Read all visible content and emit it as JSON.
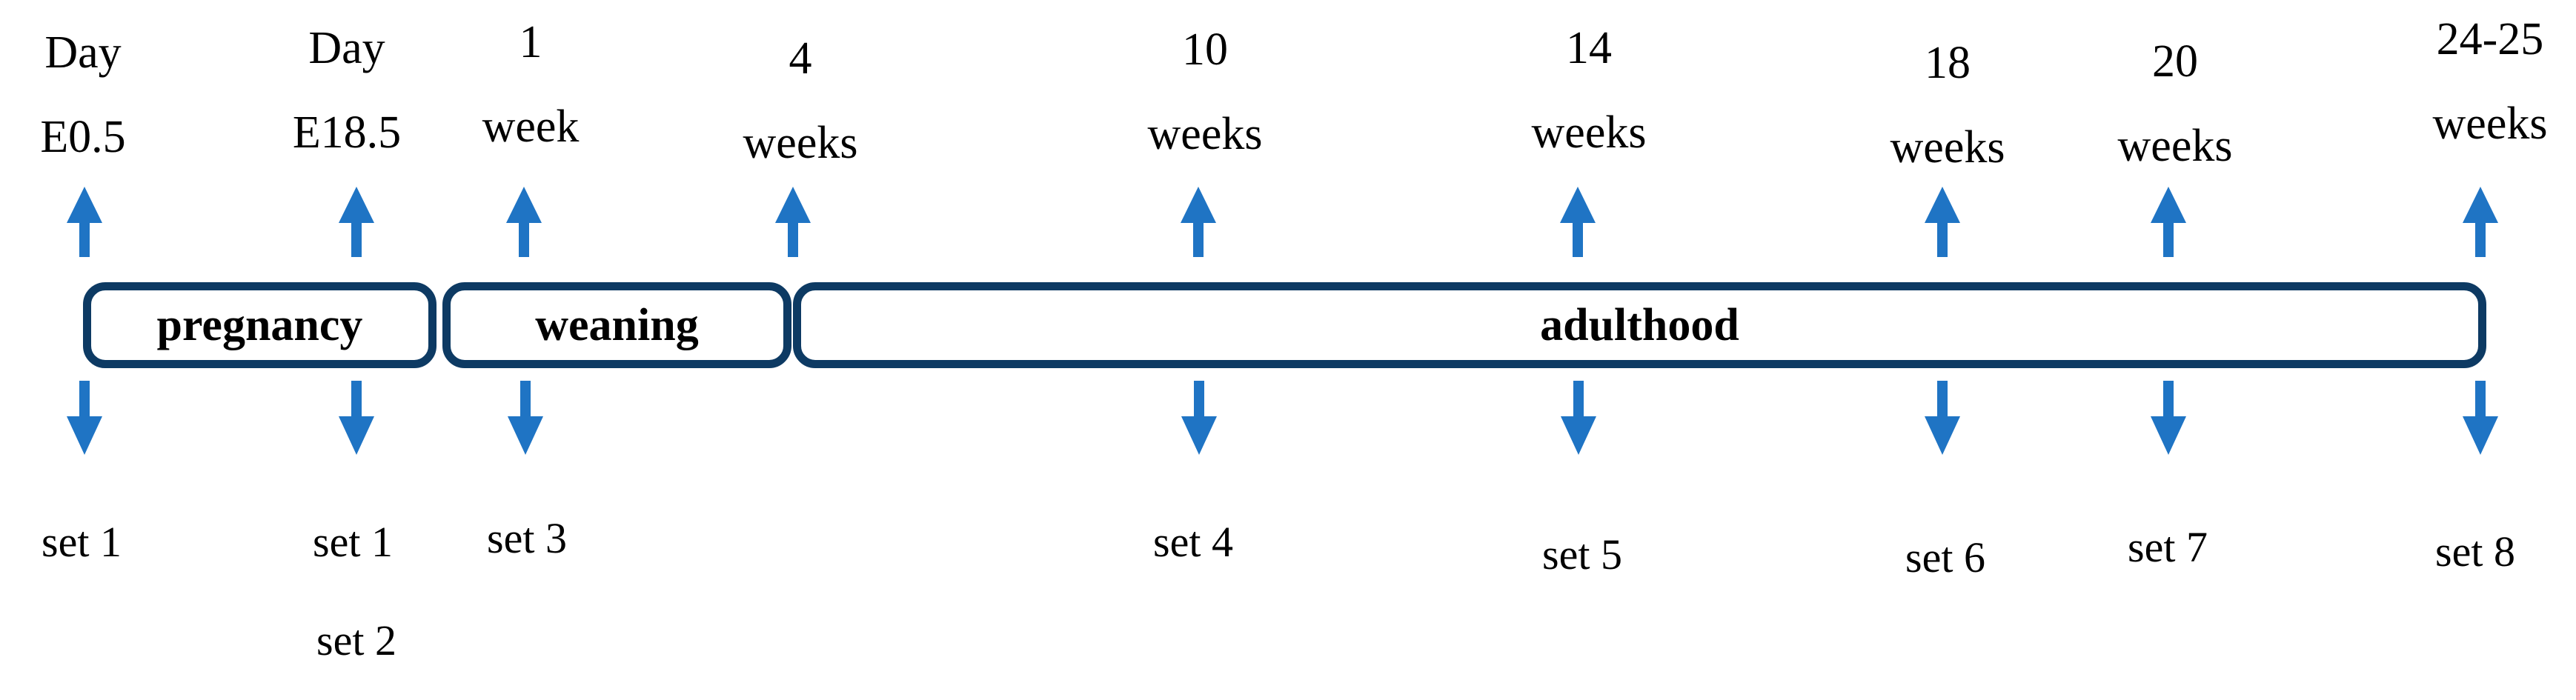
{
  "diagram": {
    "colors": {
      "arrow": "#1F74C4",
      "box_border": "#0D3A63",
      "text": "#000000",
      "background": "#FFFFFF"
    },
    "timepoints": [
      {
        "line1": "Day",
        "line2": "E0.5"
      },
      {
        "line1": "Day",
        "line2": "E18.5"
      },
      {
        "line1": "1",
        "line2": "week"
      },
      {
        "line1": "4",
        "line2": "weeks"
      },
      {
        "line1": "10",
        "line2": "weeks"
      },
      {
        "line1": "14",
        "line2": "weeks"
      },
      {
        "line1": "18",
        "line2": "weeks"
      },
      {
        "line1": "20",
        "line2": "weeks"
      },
      {
        "line1": "24-25",
        "line2": "weeks"
      }
    ],
    "phases": [
      {
        "label": "pregnancy"
      },
      {
        "label": "weaning"
      },
      {
        "label": "adulthood"
      }
    ],
    "sets": [
      {
        "label": "set 1"
      },
      {
        "label": "set 1"
      },
      {
        "label": "set 2"
      },
      {
        "label": "set 3"
      },
      {
        "label": "set 4"
      },
      {
        "label": "set 5"
      },
      {
        "label": "set 6"
      },
      {
        "label": "set 7"
      },
      {
        "label": "set 8"
      }
    ]
  }
}
